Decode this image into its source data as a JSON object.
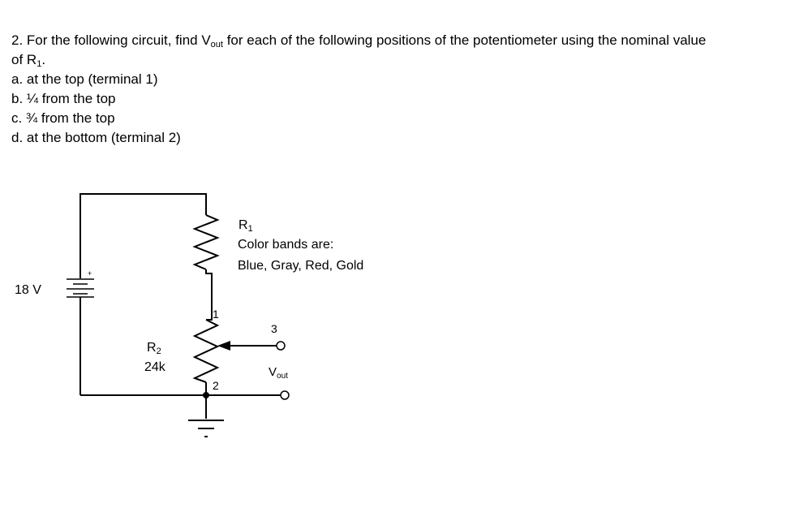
{
  "question": {
    "line1_prefix": "2. For the following circuit, find V",
    "line1_sub": "out",
    "line1_suffix": " for each of the following positions of the potentiometer using the nominal value",
    "line2_prefix": "of R",
    "line2_sub": "1",
    "line2_suffix": ".",
    "options": [
      "a. at the top (terminal 1)",
      "b. ¼ from the top",
      "c. ¾ from the top",
      "d. at the bottom (terminal 2)"
    ]
  },
  "circuit": {
    "source_label": "18 V",
    "source_plus": "+",
    "r1_name": "R",
    "r1_sub": "1",
    "r1_note_line1": "Color bands are:",
    "r1_note_line2": "Blue, Gray, Red, Gold",
    "r2_name": "R",
    "r2_sub": "2",
    "r2_value": "24k",
    "terminal_1": "1",
    "terminal_2": "2",
    "terminal_3": "3",
    "vout_name": "V",
    "vout_sub": "out"
  }
}
